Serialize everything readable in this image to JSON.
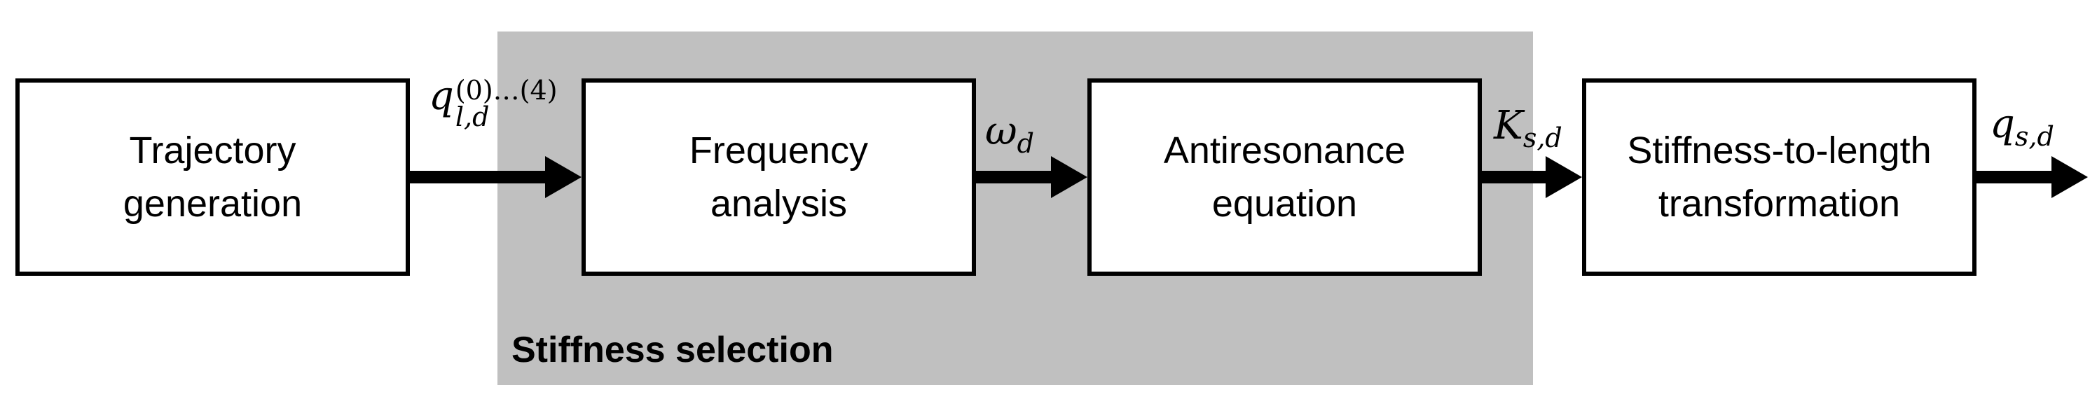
{
  "group": {
    "label": "Stiffness selection"
  },
  "blocks": {
    "trajectory": "Trajectory\ngeneration",
    "frequency": "Frequency\nanalysis",
    "antiresonance": "Antiresonance\nequation",
    "stiffness_to_length": "Stiffness-to-length\ntransformation"
  },
  "signals": {
    "q_ld": {
      "base": "q",
      "sup": "(0)…(4)",
      "sub": "l,d"
    },
    "omega_d": {
      "base": "ω",
      "sub": "d"
    },
    "K_sd": {
      "base": "K",
      "sub": "s,d"
    },
    "q_sd": {
      "base": "q",
      "sub": "s,d"
    }
  },
  "colors": {
    "group_background": "#c0c0c0",
    "block_border": "#000000",
    "arrow": "#000000"
  }
}
